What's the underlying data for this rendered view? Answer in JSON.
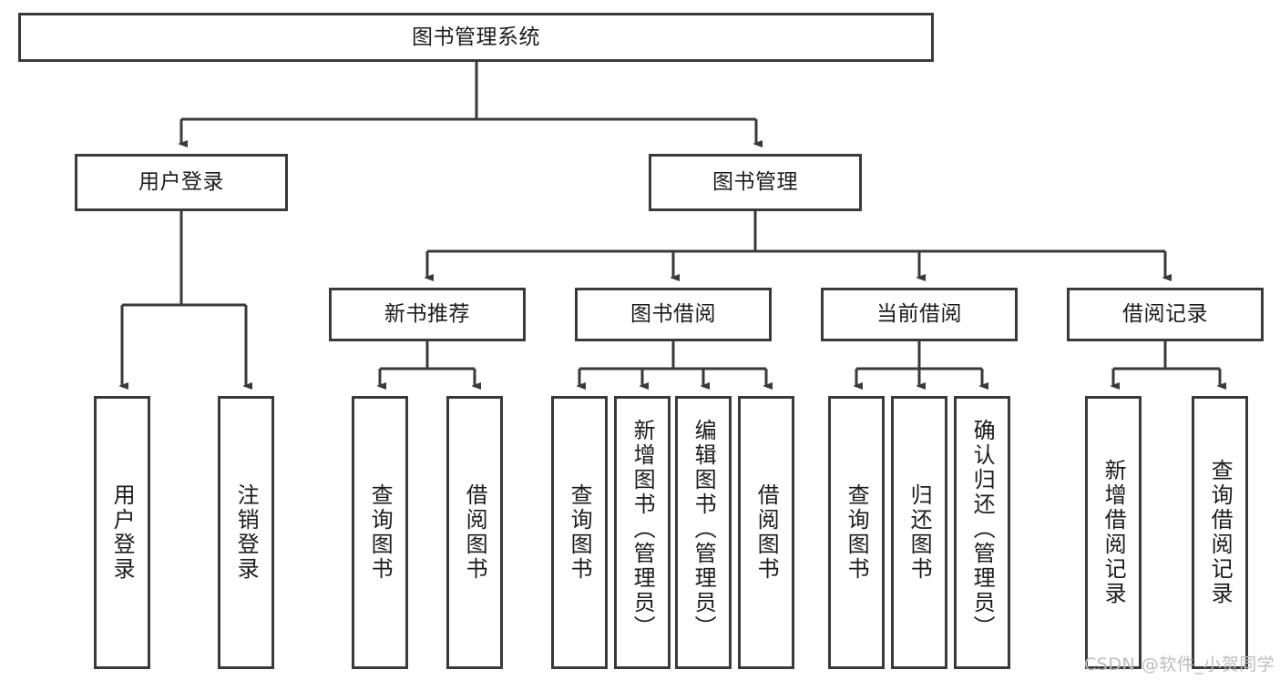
{
  "diagram": {
    "title": "图书管理系统",
    "type": "tree-hierarchy-chart",
    "root": {
      "id": "root",
      "label": "图书管理系统"
    },
    "level2": [
      {
        "id": "user-login",
        "label": "用户登录"
      },
      {
        "id": "book-management",
        "label": "图书管理"
      }
    ],
    "level3": [
      {
        "id": "new-book-recommend",
        "label": "新书推荐",
        "parent": "book-management"
      },
      {
        "id": "book-borrow",
        "label": "图书借阅",
        "parent": "book-management"
      },
      {
        "id": "current-borrow",
        "label": "当前借阅",
        "parent": "book-management"
      },
      {
        "id": "borrow-record",
        "label": "借阅记录",
        "parent": "book-management"
      }
    ],
    "leaves": [
      {
        "id": "leaf-user-login",
        "label": "用户登录",
        "parent": "user-login"
      },
      {
        "id": "leaf-logout-login",
        "label": "注销登录",
        "parent": "user-login"
      },
      {
        "id": "leaf-query-book-1",
        "label": "查询图书",
        "parent": "new-book-recommend"
      },
      {
        "id": "leaf-borrow-book-1",
        "label": "借阅图书",
        "parent": "new-book-recommend"
      },
      {
        "id": "leaf-query-book-2",
        "label": "查询图书",
        "parent": "book-borrow"
      },
      {
        "id": "leaf-add-book",
        "label": "新增图书（管理员）",
        "parent": "book-borrow"
      },
      {
        "id": "leaf-edit-book",
        "label": "编辑图书（管理员）",
        "parent": "book-borrow"
      },
      {
        "id": "leaf-borrow-book-2",
        "label": "借阅图书",
        "parent": "book-borrow"
      },
      {
        "id": "leaf-query-book-3",
        "label": "查询图书",
        "parent": "current-borrow"
      },
      {
        "id": "leaf-return-book",
        "label": "归还图书",
        "parent": "current-borrow"
      },
      {
        "id": "leaf-confirm-return",
        "label": "确认归还（管理员）",
        "parent": "current-borrow"
      },
      {
        "id": "leaf-add-record",
        "label": "新增借阅记录",
        "parent": "borrow-record"
      },
      {
        "id": "leaf-query-record",
        "label": "查询借阅记录",
        "parent": "borrow-record"
      }
    ]
  },
  "watermark": {
    "text": "CSDN @软件_小贺同学"
  },
  "colors": {
    "border": "#3a3a3a",
    "text": "#1b1b1b",
    "background": "#ffffff",
    "watermark": "#bdbdbd"
  }
}
